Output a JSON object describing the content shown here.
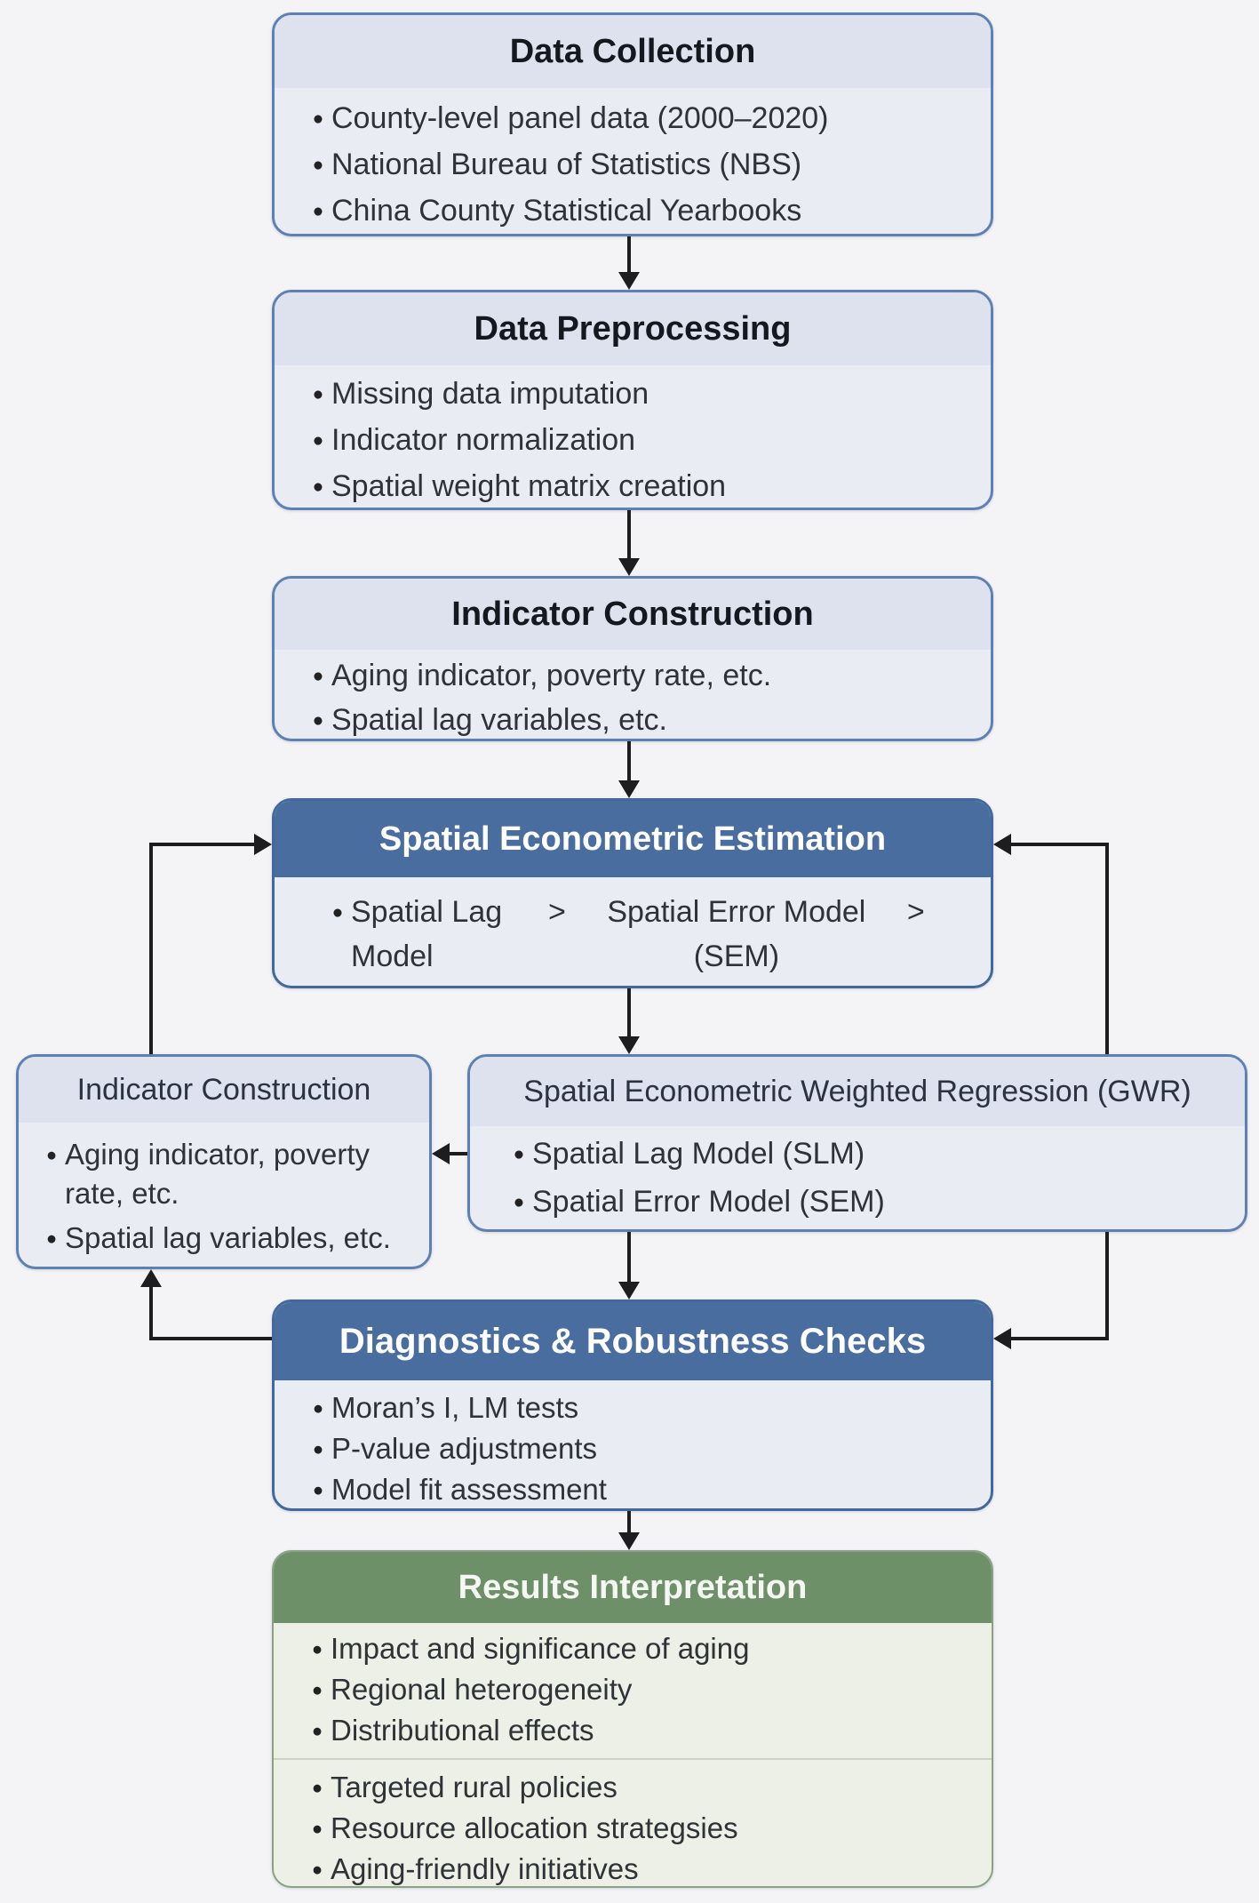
{
  "bullet_char": "●",
  "colors": {
    "accent_blue_header": "#4a6d9f",
    "accent_green_header": "#6e9069",
    "light_box_fill": "#e9ecf3",
    "light_box_band": "#dde2ee",
    "box_border_blue": "#5f80b2",
    "green_box_fill": "#edf0e7",
    "arrow": "#1d1d1f"
  },
  "boxes": {
    "data_collection": {
      "title": "Data Collection",
      "bullets": [
        "County-level panel data (2000–2020)",
        "National Bureau of Statistics (NBS)",
        "China County Statistical Yearbooks"
      ]
    },
    "data_preprocessing": {
      "title": "Data Preprocessing",
      "bullets": [
        "Missing data imputation",
        "Indicator normalization",
        "Spatial weight matrix creation"
      ]
    },
    "indicator_construction": {
      "title": "Indicator Construction",
      "bullets": [
        "Aging indicator, poverty rate, etc.",
        "Spatial lag variables, etc."
      ]
    },
    "spatial_estimation": {
      "title": "Spatial Econometric Estimation",
      "model_1": "Spatial Lag Model",
      "chevron_1": ">",
      "model_2": "Spatial Error Model (SEM)",
      "chevron_2": ">"
    },
    "indicator_construction_left": {
      "title": "Indicator Construction",
      "bullets": [
        "Aging indicator, poverty rate, etc.",
        "Spatial lag variables, etc."
      ]
    },
    "gwr": {
      "title": "Spatial Econometric Weighted Regression (GWR)",
      "bullets": [
        "Spatial Lag Model (SLM)",
        "Spatial Error Model (SEM)"
      ]
    },
    "diagnostics": {
      "title": "Diagnostics & Robustness Checks",
      "bullets": [
        "Moran’s I, LM tests",
        "P-value adjustments",
        "Model fit assessment"
      ]
    },
    "results": {
      "title": "Results Interpretation",
      "bullets_top": [
        "Impact and significance of aging",
        "Regional heterogeneity",
        "Distributional effects"
      ],
      "bullets_bottom": [
        "Targeted rural policies",
        "Resource allocation strategsies",
        "Aging-friendly initiatives"
      ]
    }
  }
}
